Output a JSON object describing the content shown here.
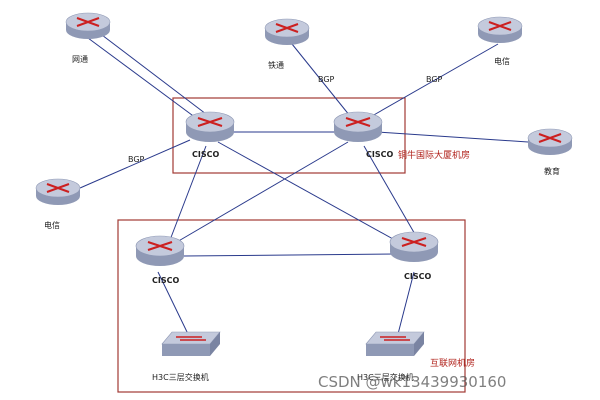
{
  "labels": {
    "wangtong": "网通",
    "tietong": "铁通",
    "dianxin_top": "电信",
    "dianxin_left": "电信",
    "jiaoyu": "教育",
    "bgp_tietong": "BGP",
    "bgp_dianxin": "BGP",
    "bgp_left": "BGP",
    "cisco_tl": "CISCO",
    "cisco_tr": "CISCO",
    "cisco_bl": "CISCO",
    "cisco_br": "CISCO",
    "switch_left": "H3C三层交换机",
    "switch_right": "H3C三层交换机",
    "room_top": "铜牛国际大厦机房",
    "room_bottom": "互联网机房"
  },
  "watermark": "CSDN @wk13439930160",
  "colors": {
    "box_border": "#a23a34",
    "link": "#2a3a8c",
    "router_top": "#c4cadc",
    "router_side": "#8f99b5",
    "router_arrow": "#cc2020"
  }
}
